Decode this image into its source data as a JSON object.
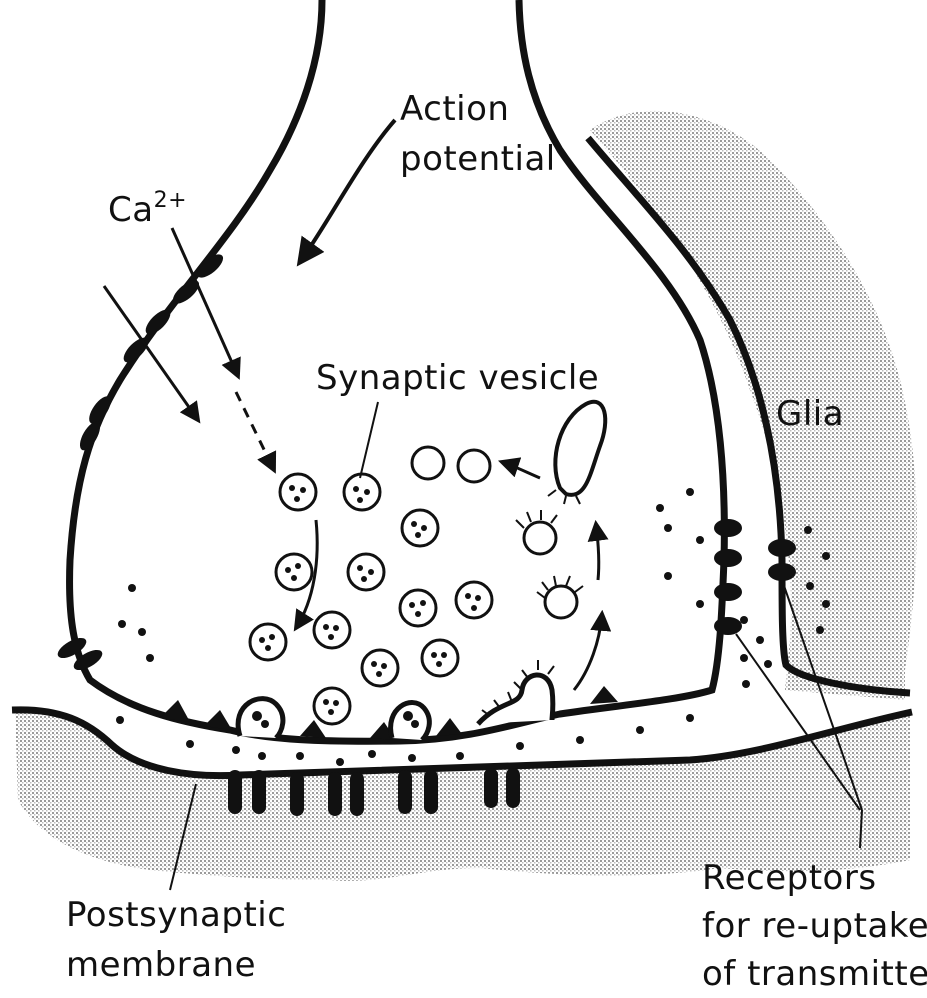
{
  "labels": {
    "action_potential": [
      "Action",
      "potential"
    ],
    "calcium": "Ca",
    "calcium_charge": "2+",
    "synaptic_vesicle": "Synaptic vesicle",
    "glia": "Glia",
    "postsynaptic_membrane": [
      "Postsynaptic",
      "membrane"
    ],
    "receptors": [
      "Receptors",
      "for re-uptake",
      "of transmitter"
    ]
  },
  "colors": {
    "ink": "#111111",
    "background": "#ffffff",
    "stipple": "#b8b8b8"
  }
}
